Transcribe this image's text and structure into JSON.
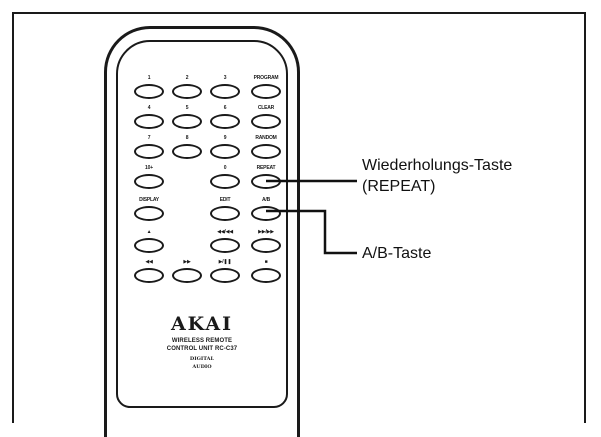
{
  "remote": {
    "brand": "AKAI",
    "model_line1": "WIRELESS REMOTE",
    "model_line2": "CONTROL UNIT  RC-C37",
    "logo_line1": "DIGITAL",
    "logo_line2": "AUDIO",
    "buttons": [
      {
        "id": "btn-1",
        "label": "1"
      },
      {
        "id": "btn-2",
        "label": "2"
      },
      {
        "id": "btn-3",
        "label": "3"
      },
      {
        "id": "btn-program",
        "label": "PROGRAM"
      },
      {
        "id": "btn-4",
        "label": "4"
      },
      {
        "id": "btn-5",
        "label": "5"
      },
      {
        "id": "btn-6",
        "label": "6"
      },
      {
        "id": "btn-clear",
        "label": "CLEAR"
      },
      {
        "id": "btn-7",
        "label": "7"
      },
      {
        "id": "btn-8",
        "label": "8"
      },
      {
        "id": "btn-9",
        "label": "9"
      },
      {
        "id": "btn-random",
        "label": "RANDOM"
      },
      {
        "id": "btn-10plus",
        "label": "10+"
      },
      {
        "id": "btn-0",
        "label": "0"
      },
      {
        "id": "btn-repeat",
        "label": "REPEAT"
      },
      {
        "id": "btn-display",
        "label": "DISPLAY"
      },
      {
        "id": "btn-edit",
        "label": "EDIT"
      },
      {
        "id": "btn-ab",
        "label": "A/B"
      },
      {
        "id": "btn-eject",
        "label": "▲"
      },
      {
        "id": "btn-skip-back",
        "label": "◀◀/◀◀"
      },
      {
        "id": "btn-skip-fwd",
        "label": "▶▶/▶▶"
      },
      {
        "id": "btn-search-back",
        "label": "◀◀"
      },
      {
        "id": "btn-search-fwd",
        "label": "▶▶"
      },
      {
        "id": "btn-play-pause",
        "label": "▶/❚❚"
      },
      {
        "id": "btn-stop",
        "label": "■"
      }
    ]
  },
  "callouts": {
    "repeat_line1": "Wiederholungs-Taste",
    "repeat_line2": "(REPEAT)",
    "ab": "A/B-Taste"
  }
}
